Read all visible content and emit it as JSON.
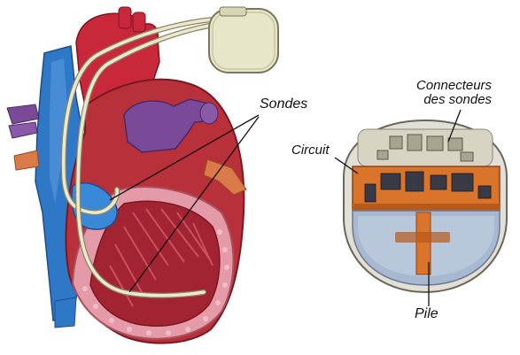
{
  "labels": {
    "sondes": "Sondes",
    "circuit": "Circuit",
    "connecteurs_line1": "Connecteurs",
    "connecteurs_line2": "des sondes",
    "pile": "Pile"
  },
  "colors": {
    "vein_blue": "#2f78c8",
    "aorta_red": "#c8283a",
    "muscle": "#b8303a",
    "pericardium_pink": "#e59aa8",
    "pulmonary_purple": "#7a4a98",
    "lead_wire": "#ece8cc",
    "pacemaker_case": "#e8e6c8",
    "circuit_orange": "#d9742a",
    "battery_blue": "#a8b8d0"
  }
}
